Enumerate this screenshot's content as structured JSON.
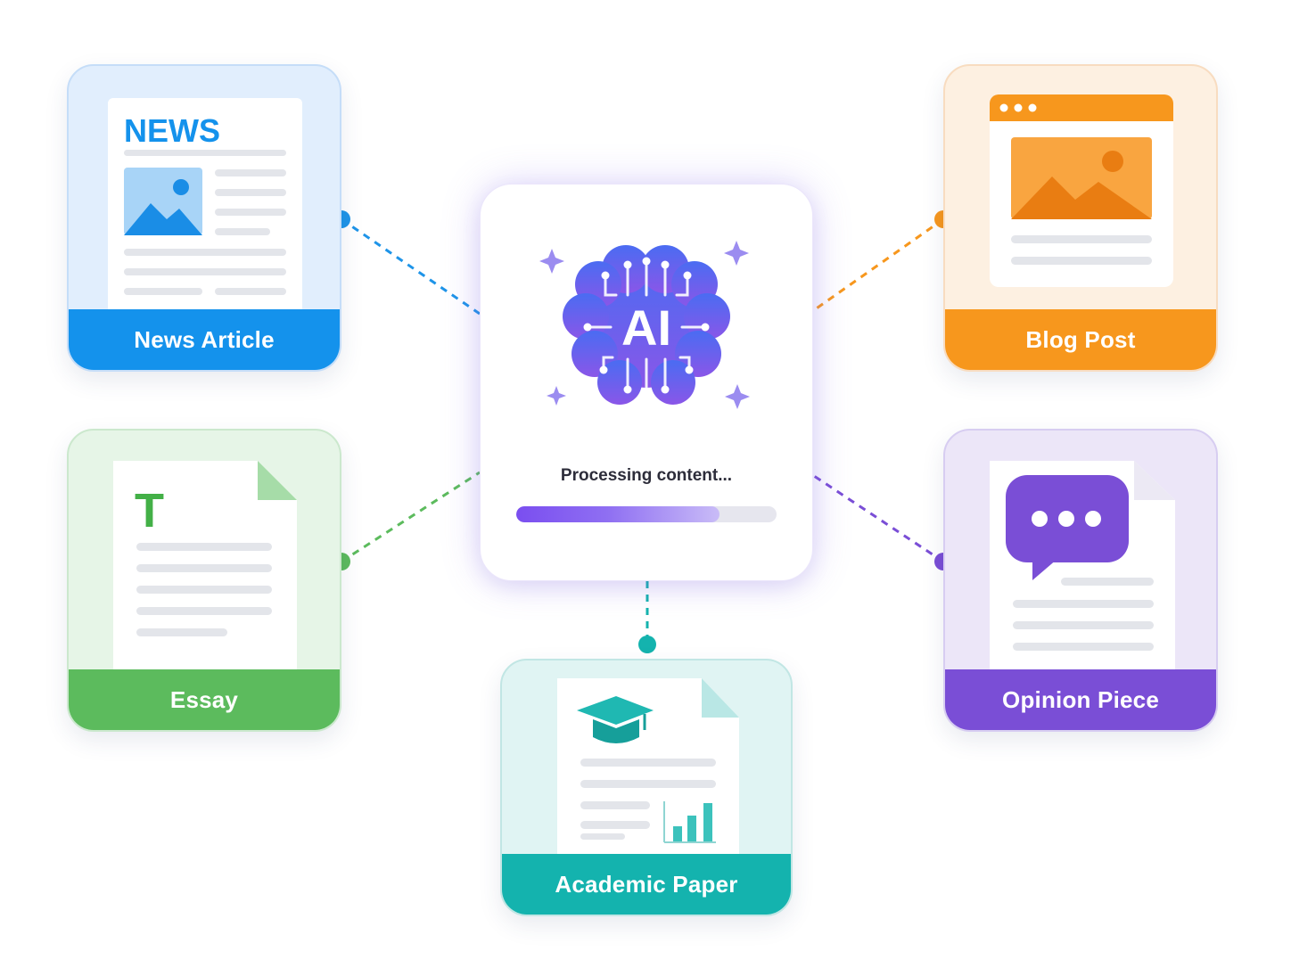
{
  "center": {
    "badge_text": "AI",
    "status_text": "Processing content...",
    "progress": 0.78,
    "colors": {
      "brain_top": "#4a6cf2",
      "brain_bottom": "#8a56e8",
      "sparkle": "#9b8cf0"
    }
  },
  "nodes": {
    "news": {
      "label": "News Article",
      "heading": "NEWS",
      "color": "#1492ec",
      "icon": "newspaper-icon"
    },
    "blog": {
      "label": "Blog Post",
      "color": "#f7971d",
      "icon": "browser-window-icon"
    },
    "essay": {
      "label": "Essay",
      "letter": "T",
      "color": "#5cbb5d",
      "icon": "text-document-icon"
    },
    "opinion": {
      "label": "Opinion Piece",
      "color": "#7a4ed6",
      "icon": "speech-bubble-icon"
    },
    "academic": {
      "label": "Academic Paper",
      "color": "#14b3ae",
      "icon": "graduation-cap-icon"
    }
  }
}
